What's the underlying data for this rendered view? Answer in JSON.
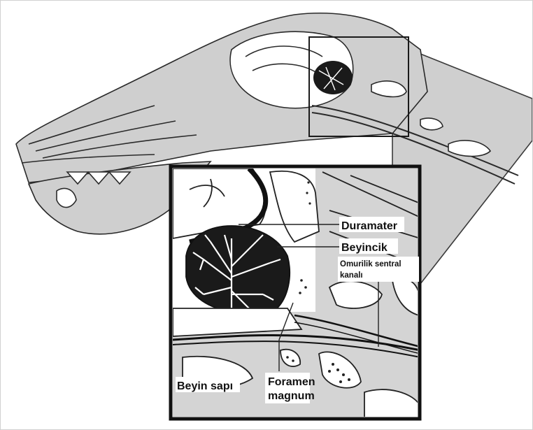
{
  "labels": {
    "duramater": "Duramater",
    "beyincik": "Beyincik",
    "omurilik_line1": "Omurilik sentral",
    "omurilik_line2": "kanalı",
    "beyin_sapi": "Beyin sapı",
    "foramen_line1": "Foramen",
    "foramen_line2": "magnum"
  }
}
